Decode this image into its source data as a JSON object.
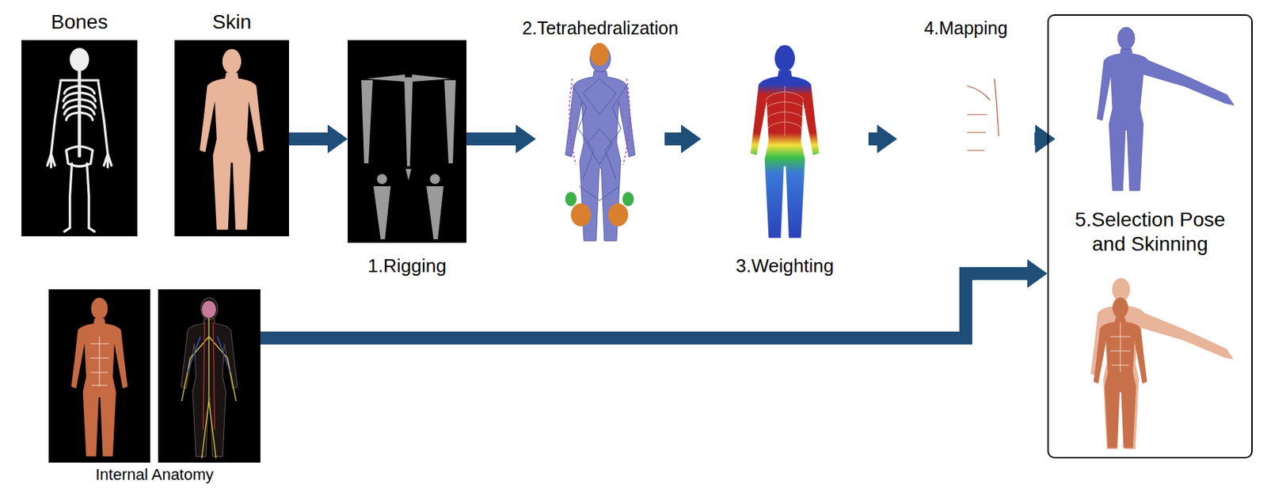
{
  "diagram": {
    "nodes": [
      {
        "text": [
          "Bones"
        ]
      },
      {
        "text": [
          "Skin"
        ]
      },
      {
        "text": [
          "1.Rigging"
        ]
      },
      {
        "text": [
          "2.Tetrahedralization"
        ]
      },
      {
        "text": [
          "3.Weighting"
        ]
      },
      {
        "text": [
          "4.Mapping"
        ]
      },
      {
        "text": [
          "5.Selection Pose and Skinning"
        ]
      },
      {
        "text": [
          "Internal Anatomy"
        ]
      }
    ],
    "edges": [
      {
        "from": 1,
        "to": 2,
        "arrow": "to"
      },
      {
        "from": 2,
        "to": 3,
        "arrow": "to"
      },
      {
        "from": 3,
        "to": 4,
        "arrow": "to"
      },
      {
        "from": 4,
        "to": 5,
        "arrow": "to"
      },
      {
        "from": 5,
        "to": 6,
        "arrow": "to"
      },
      {
        "from": 7,
        "to": 6,
        "arrow": "to"
      }
    ]
  }
}
